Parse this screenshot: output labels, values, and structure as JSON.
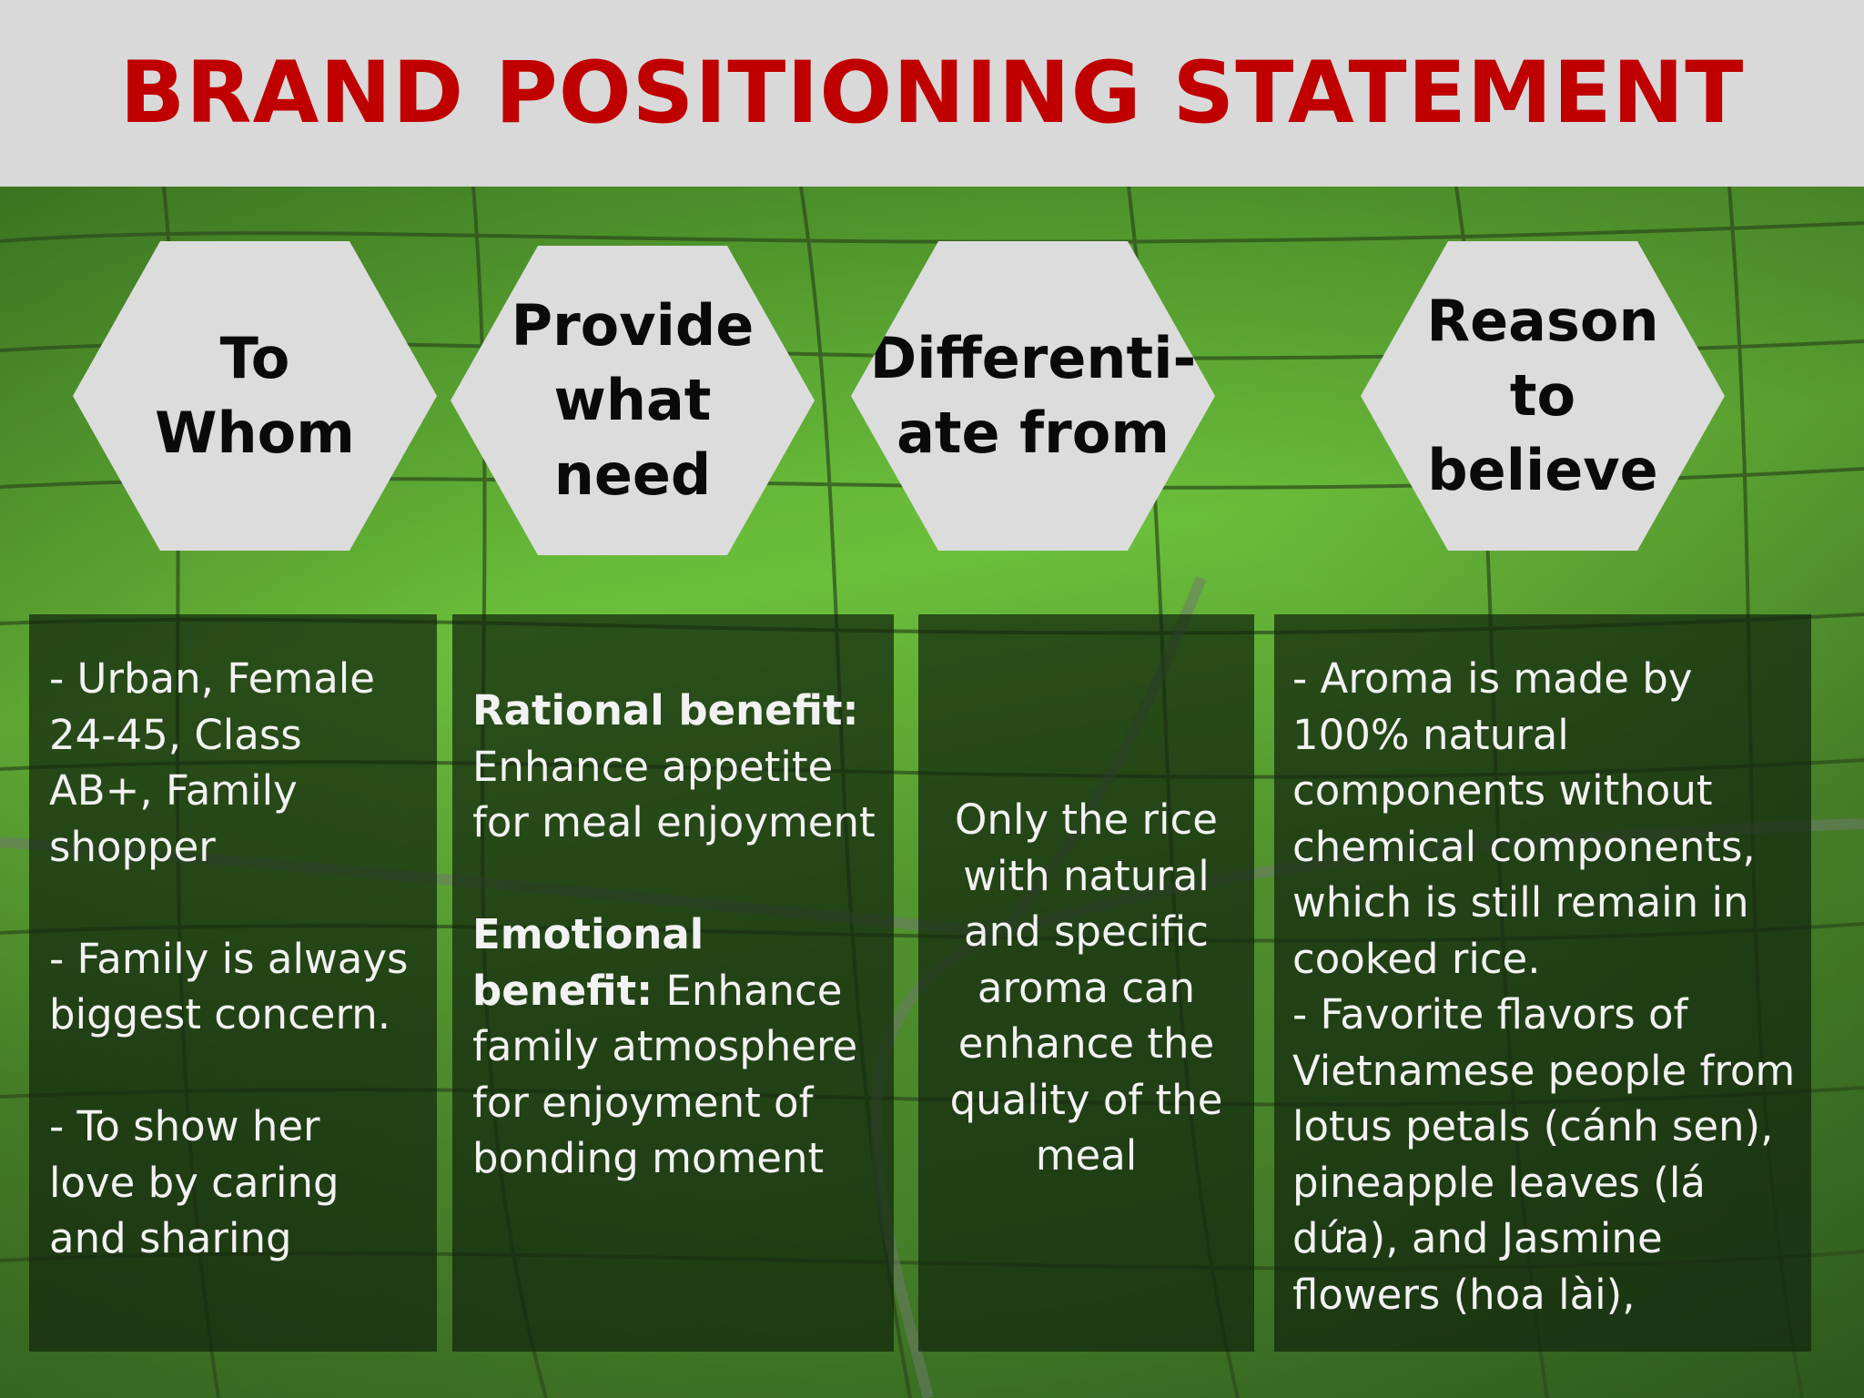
{
  "title": "BRAND POSITIONING STATEMENT",
  "colors": {
    "title": "#c00000",
    "header_bg": "#d9d9d9",
    "hexagon": "#dcdcdc",
    "panel": "#12260e"
  },
  "hexagons": [
    {
      "label": "To\nWhom"
    },
    {
      "label": "Provide\nwhat\nneed"
    },
    {
      "label": "Differenti-\nate from"
    },
    {
      "label": "Reason\nto\nbelieve"
    }
  ],
  "panels": {
    "to_whom": {
      "p1": "- Urban, Female 24-45, Class AB+, Family shopper",
      "p2": "- Family is always biggest concern.",
      "p3": "- To show her love by caring and sharing"
    },
    "provide": {
      "rational_label": "Rational benefit:",
      "rational_text": "Enhance appetite  for meal enjoyment",
      "emotional_label": "Emotional benefit:",
      "emotional_text": "Enhance family atmosphere for enjoyment of bonding moment"
    },
    "differentiate": {
      "text": "Only the rice with natural and specific aroma can enhance the quality of the meal"
    },
    "reason": {
      "p1": "- Aroma is made by 100% natural components without chemical components, which is still remain in cooked rice.",
      "p2": "- Favorite flavors of Vietnamese people from lotus petals (cánh sen), pineapple leaves (lá dứa), and Jasmine flowers (hoa lài),"
    }
  }
}
